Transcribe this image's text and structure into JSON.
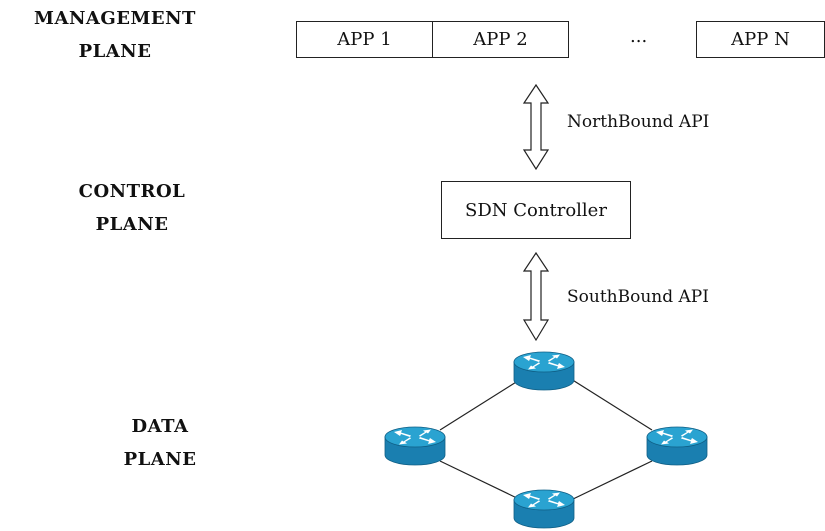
{
  "planes": {
    "management": {
      "line1": "MANAGEMENT",
      "line2": "PLANE"
    },
    "control": {
      "line1": "CONTROL",
      "line2": "PLANE"
    },
    "data": {
      "line1": "DATA",
      "line2": "PLANE"
    }
  },
  "apps": [
    "APP 1",
    "APP 2",
    "...",
    "APP N"
  ],
  "northbound_label": "NorthBound API",
  "controller_label": "SDN Controller",
  "southbound_label": "SouthBound API",
  "router_icon": "router-icon",
  "colors": {
    "router_top": "#2aa3d1",
    "router_side": "#1a7fb0",
    "stroke": "#222222"
  }
}
